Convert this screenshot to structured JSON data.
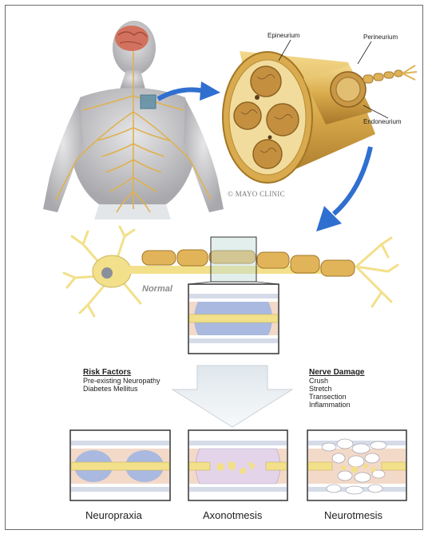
{
  "anatomy_labels": {
    "epineurium": "Epineurium",
    "perineurium": "Perineurium",
    "endoneurium": "Endoneurium"
  },
  "watermark": "© MAYO CLINIC",
  "normal_label": "Normal",
  "risk_factors": {
    "title": "Risk Factors",
    "items": [
      "Pre-existing Neuropathy",
      "Diabetes Mellitus"
    ]
  },
  "nerve_damage": {
    "title": "Nerve Damage",
    "items": [
      "Crush",
      "Stretch",
      "Transection",
      "Inflammation"
    ]
  },
  "injury_types": [
    "Neuropraxia",
    "Axonotmesis",
    "Neurotmesis"
  ],
  "colors": {
    "nerve_yellow": "#f2e08a",
    "myelin": "#e8b86a",
    "arrow_blue": "#2f6fd0",
    "panel_border": "#333333"
  }
}
